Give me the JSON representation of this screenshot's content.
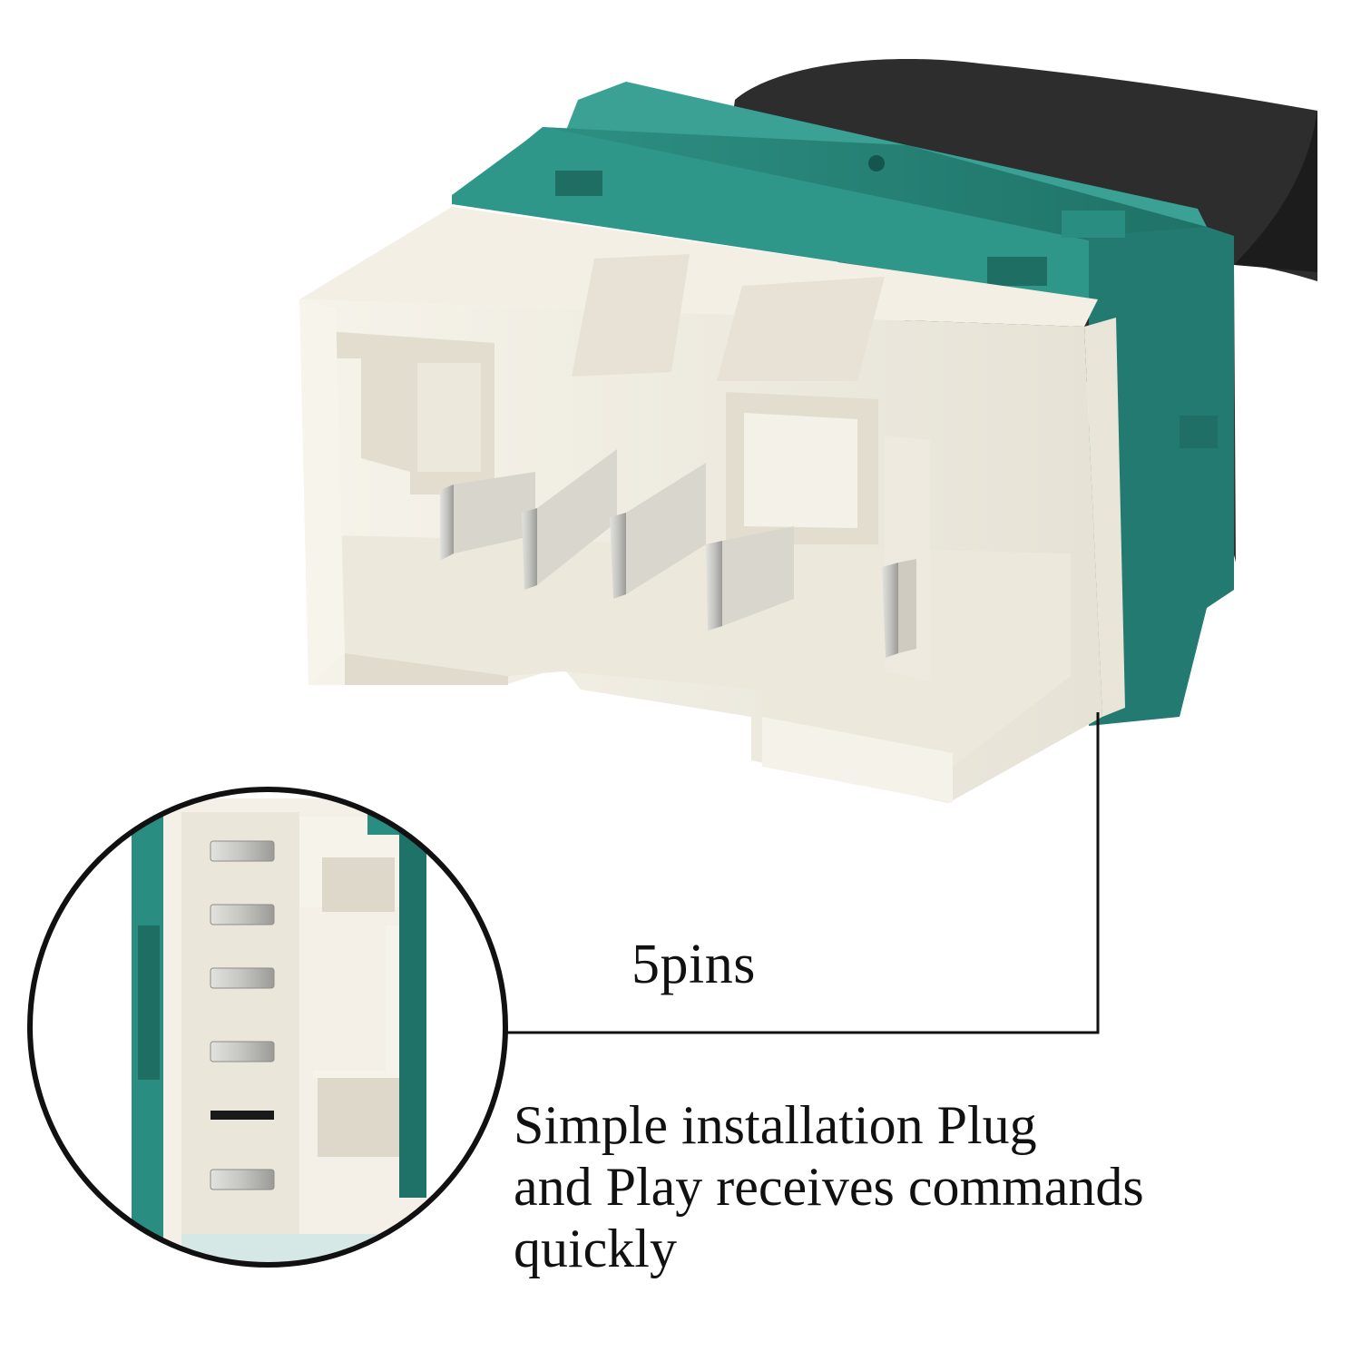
{
  "annotation": {
    "pin_count_label": "5pins"
  },
  "description": {
    "lines": [
      "Simple installation Plug",
      "and Play receives commands",
      "quickly"
    ]
  },
  "colors": {
    "housing_white": "#f1ede3",
    "housing_teal": "#2c8c80",
    "cap_black": "#2a2a2a",
    "pin_metal": "#c8c8c4",
    "leader_line": "#111111"
  },
  "pins": {
    "front_visible": 5,
    "inset_visible": 6
  }
}
